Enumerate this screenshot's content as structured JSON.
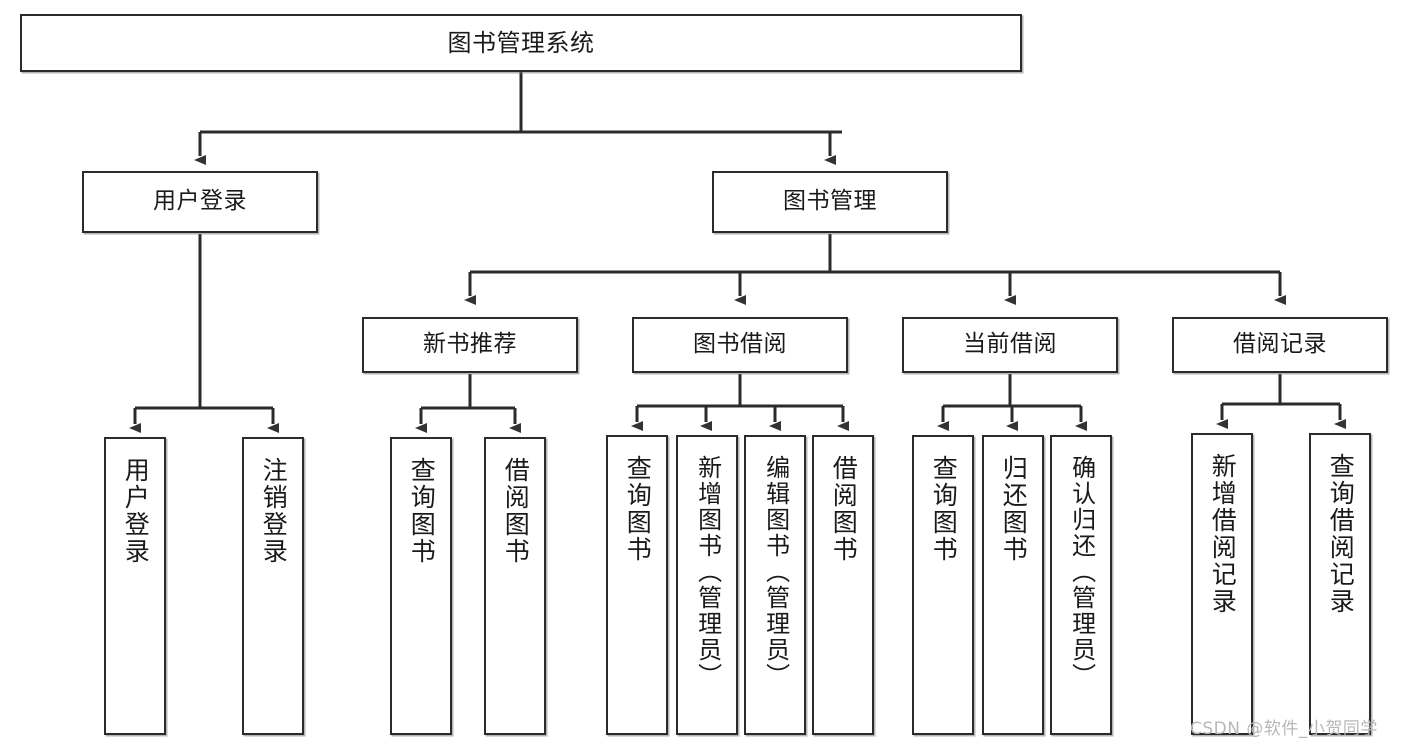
{
  "diagram": {
    "title": "图书管理系统",
    "style": {
      "box_stroke": "#2b2b2b",
      "box_fill": "#ffffff",
      "edge_stroke": "#2b2b2b",
      "background": "#ffffff",
      "watermark_color": "#b8b8b8"
    },
    "levels": {
      "root": {
        "label": "图书管理系统"
      },
      "level1": [
        {
          "id": "user-login",
          "label": "用户登录"
        },
        {
          "id": "book-management",
          "label": "图书管理"
        }
      ],
      "level2": [
        {
          "id": "new-book-recommend",
          "label": "新书推荐"
        },
        {
          "id": "book-borrow",
          "label": "图书借阅"
        },
        {
          "id": "current-borrow",
          "label": "当前借阅"
        },
        {
          "id": "borrow-record",
          "label": "借阅记录"
        }
      ],
      "leaves": {
        "user_login": [
          {
            "id": "leaf-user-login",
            "label": "用户登录"
          },
          {
            "id": "leaf-logout-login",
            "label": "注销登录"
          }
        ],
        "new_book_recommend": [
          {
            "id": "leaf-query-book-1",
            "label": "查询图书"
          },
          {
            "id": "leaf-borrow-book-1",
            "label": "借阅图书"
          }
        ],
        "book_borrow": [
          {
            "id": "leaf-query-book-2",
            "label": "查询图书"
          },
          {
            "id": "leaf-add-book-admin",
            "label": "新增图书（管理员）"
          },
          {
            "id": "leaf-edit-book-admin",
            "label": "编辑图书（管理员）"
          },
          {
            "id": "leaf-borrow-book-2",
            "label": "借阅图书"
          }
        ],
        "current_borrow": [
          {
            "id": "leaf-query-book-3",
            "label": "查询图书"
          },
          {
            "id": "leaf-return-book",
            "label": "归还图书"
          },
          {
            "id": "leaf-confirm-return-admin",
            "label": "确认归还（管理员）"
          }
        ],
        "borrow_record": [
          {
            "id": "leaf-add-borrow-record",
            "label": "新增借阅记录"
          },
          {
            "id": "leaf-query-borrow-record",
            "label": "查询借阅记录"
          }
        ]
      }
    },
    "watermark": "CSDN @软件_小贺同学"
  }
}
